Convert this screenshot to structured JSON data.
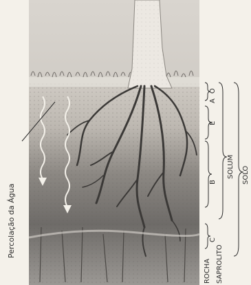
{
  "diagram": {
    "arrow_label": "Percolação da Água",
    "horizons": {
      "o": "O",
      "a": "A",
      "e": "E",
      "b": "B",
      "c": "C"
    },
    "groups": {
      "solum": "SOLUM",
      "saprolito": "SAPROLITO",
      "rocha": "ROCHA",
      "solo": "SOLO"
    }
  }
}
